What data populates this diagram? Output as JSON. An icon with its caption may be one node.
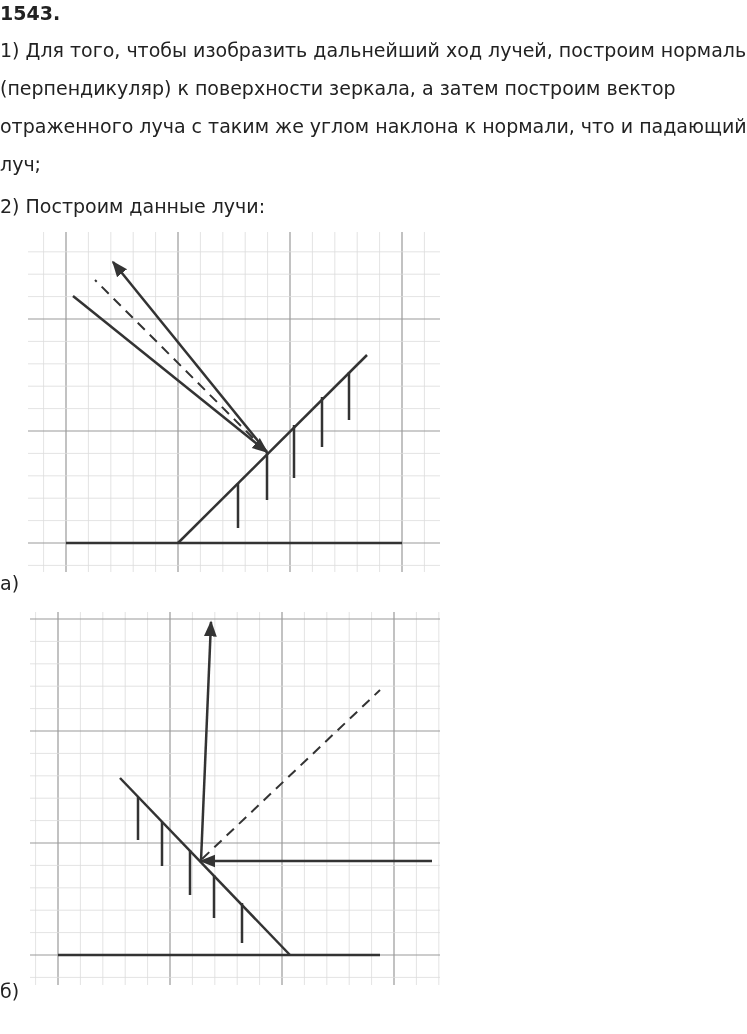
{
  "diagram": {
    "title": "1543.",
    "labels": [
      "1) Для того, чтобы изобразить дальнейший ход лучей, построим нормаль (перпендикуляр) к поверхности зеркала, а затем построим вектор отраженного луча с таким же углом наклона к нормали, что и падающий луч;",
      "2) Построим данные лучи:",
      "а)",
      "б)"
    ]
  }
}
